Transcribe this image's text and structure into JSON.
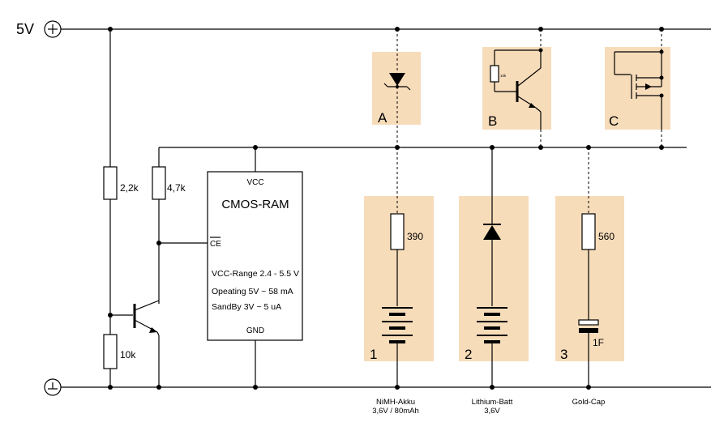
{
  "rails": {
    "supply_label": "5V",
    "plus_symbol": "+"
  },
  "resistors": {
    "r1": "2,2k",
    "r2": "4,7k",
    "r3": "10k",
    "r4": "390",
    "r5": "560",
    "r_small": "10k"
  },
  "ic": {
    "vcc": "VCC",
    "name": "CMOS-RAM",
    "ce": "CE",
    "range": "VCC-Range 2.4 - 5.5 V",
    "operating": "Opeating  5V ~ 58 mA",
    "standby": "SandBy  3V ~ 5 uA",
    "gnd": "GND"
  },
  "options": {
    "a": "A",
    "b": "B",
    "c": "C"
  },
  "backups": {
    "one": "1",
    "two": "2",
    "three": "3",
    "cap_value": "1F"
  },
  "captions": {
    "nimh_line1": "NiMH-Akku",
    "nimh_line2": "3,6V / 80mAh",
    "lithium_line1": "Lithium-Batt",
    "lithium_line2": "3,6V",
    "goldcap": "Gold-Cap"
  }
}
